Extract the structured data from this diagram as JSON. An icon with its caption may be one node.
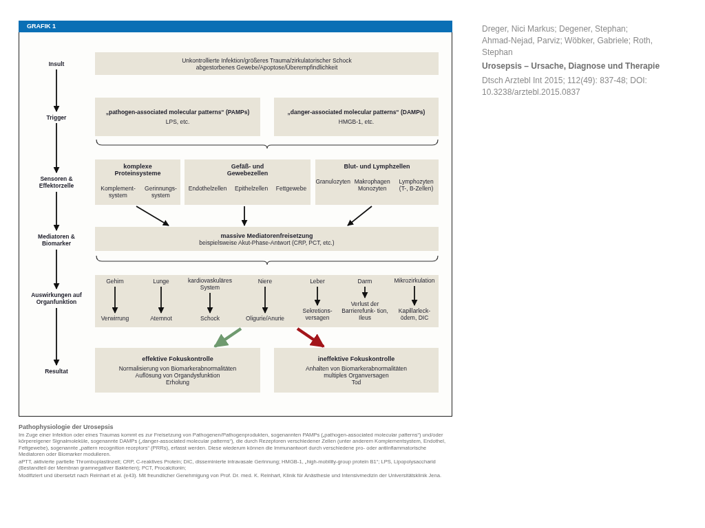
{
  "diagram": {
    "title": "GRAFIK 1",
    "caption": "Pathophysiologie der Urosepsis",
    "nodes": [
      {
        "text": [
          "Insult"
        ]
      },
      {
        "text": [
          "Trigger"
        ]
      },
      {
        "text": [
          "Sensoren & Effektorzelle"
        ]
      },
      {
        "text": [
          "Mediatoren & Biomarker"
        ]
      },
      {
        "text": [
          "Auswirkungen auf Organfunktion"
        ]
      },
      {
        "text": [
          "Resultat"
        ]
      },
      {
        "text": [
          "Unkontrollierte Infektion/größeres Trauma/zirkulatorischer Schock",
          "abgestorbenes Gewebe/Apoptose/Überempfindlichkeit"
        ]
      },
      {
        "text": [
          "„pathogen-associated molecular patterns“ (PAMPs)",
          "LPS, etc."
        ]
      },
      {
        "text": [
          "„danger-associated molecular patterns“ (DAMPs)",
          "HMGB-1, etc."
        ]
      },
      {
        "text": [
          "komplexe Proteinsysteme",
          "Komplement- system",
          "Gerinnungs- system"
        ]
      },
      {
        "text": [
          "Gefäß- und Gewebezellen",
          "Endothelzellen",
          "Epithelzellen",
          "Fettgewebe"
        ]
      },
      {
        "text": [
          "Blut- und Lymphzellen",
          "Granulozyten",
          "Makrophagen Monozyten",
          "Lymphozyten (T-, B-Zellen)"
        ]
      },
      {
        "text": [
          "massive Mediatorenfreisetzung",
          "beispielsweise Akut-Phase-Antwort (CRP, PCT, etc.)"
        ]
      },
      {
        "text": [],
        "shape": "box"
      },
      {
        "text": [
          "Gehirn"
        ],
        "in": 13
      },
      {
        "text": [
          "Verwirrung"
        ],
        "in": 13
      },
      {
        "text": [
          "Lunge"
        ],
        "in": 13
      },
      {
        "text": [
          "Atemnot"
        ],
        "in": 13
      },
      {
        "text": [
          "kardiovaskuläres System"
        ],
        "in": 13
      },
      {
        "text": [
          "Schock"
        ],
        "in": 13
      },
      {
        "text": [
          "Niere"
        ],
        "in": 13
      },
      {
        "text": [
          "Oligurie/Anurie"
        ],
        "in": 13
      },
      {
        "text": [
          "Leber"
        ],
        "in": 13
      },
      {
        "text": [
          "Sekretions- versagen"
        ],
        "in": 13
      },
      {
        "text": [
          "Darm"
        ],
        "in": 13
      },
      {
        "text": [
          "Verlust der Barrierefunk- tion, Ileus"
        ],
        "in": 13
      },
      {
        "text": [
          "Mikrozirkulation"
        ],
        "in": 13
      },
      {
        "text": [
          "Kapillarleck- ödem, DIC"
        ],
        "in": 13
      },
      {
        "text": [
          "effektive Fokuskontrolle",
          "Normalisierung von Biomarkerabnormalitäten",
          "Auflösung von Organdysfunktion",
          "Erholung"
        ]
      },
      {
        "text": [
          "ineffektive Fokuskontrolle",
          "Anhalten von Biomarkerabnormalitäten",
          "multiples Organversagen",
          "Tod"
        ]
      }
    ],
    "edges": [
      {
        "from": 0,
        "to": 1,
        "arrow": "to"
      },
      {
        "from": 1,
        "to": 2,
        "arrow": "to"
      },
      {
        "from": 2,
        "to": 3,
        "arrow": "to"
      },
      {
        "from": 3,
        "to": 4,
        "arrow": "to"
      },
      {
        "from": 4,
        "to": 5,
        "arrow": "to"
      },
      {
        "from": 9,
        "to": 12,
        "arrow": "to"
      },
      {
        "from": 10,
        "to": 12,
        "arrow": "to"
      },
      {
        "from": 11,
        "to": 12,
        "arrow": "to"
      },
      {
        "from": 14,
        "to": 15,
        "arrow": "to"
      },
      {
        "from": 16,
        "to": 17,
        "arrow": "to"
      },
      {
        "from": 18,
        "to": 19,
        "arrow": "to"
      },
      {
        "from": 20,
        "to": 21,
        "arrow": "to"
      },
      {
        "from": 22,
        "to": 23,
        "arrow": "to"
      },
      {
        "from": 24,
        "to": 25,
        "arrow": "to"
      },
      {
        "from": 26,
        "to": 27,
        "arrow": "to"
      },
      {
        "from": 13,
        "to": 28,
        "arrow": "to",
        "style": "thick",
        "color": "#6f9a6f"
      },
      {
        "from": 13,
        "to": 29,
        "arrow": "to",
        "style": "thick",
        "color": "#a3151a"
      }
    ],
    "labels": [
      "Dreger, Nici Markus; Degener, Stephan; Ahmad-Nejad, Parviz; Wöbker, Gabriele; Roth, Stephan",
      "Urosepsis – Ursache, Diagnose und Therapie",
      "Dtsch Arztebl Int 2015; 112(49): 837-48; DOI: 10.3238/arztebl.2015.0837",
      "Im Zuge einer Infektion oder eines Traumas kommt es zur Freisetzung von Pathogenen/Pathogenprodukten, sogenannten PAMPs („pathogen-associated molecular patterns“) und/oder körpereigener Signalmoleküle, sogenannte DAMPs („danger-associated molecular patterns“), die durch Rezeptoren verschiedener Zellen (unter anderem Komplementsystem, Endothel, Fettgewebe), sogenannte „pattern recognition receptors“ (PRRs), erfasst werden. Diese wiederum können die Immunantwort durch verschiedene pro- oder antiinflammatorische Mediatoren oder Biomarker modulieren.",
      "aPTT, aktivierte partielle Thromboplastinzeit; CRP, C-reaktives Protein; DIC, disseminierte intravasale Gerinnung; HMGB-1, „high-mobility-group protein B1“; LPS, Lipopolysaccharid (Bestandteil der Membran gramnegativer Bakterien); PCT, Procalcitonin;",
      "Modifiziert und übersetzt nach Reinhart et al. (e43). Mit freundlicher Genehmigung von Prof. Dr. med. K. Reinhart, Klinik für Anästhesie und Intensivmedizin der Universitätsklinik Jena."
    ]
  }
}
